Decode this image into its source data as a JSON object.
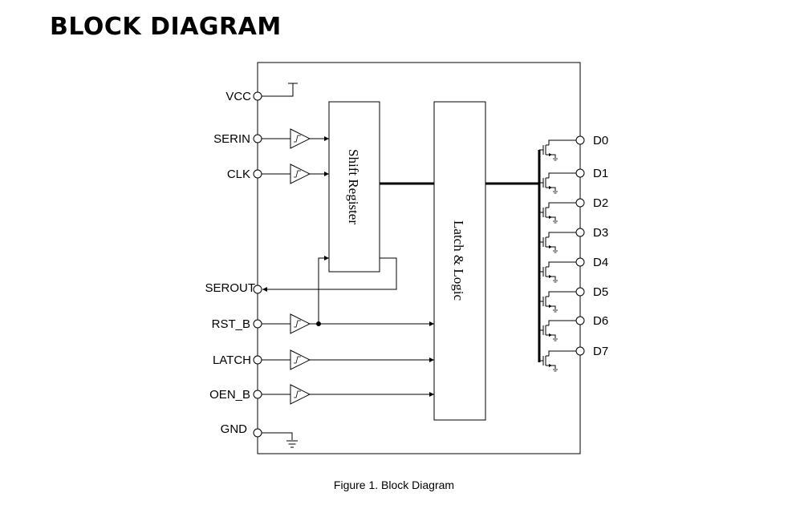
{
  "title": "BLOCK DIAGRAM",
  "caption": "Figure 1. Block Diagram",
  "blocks": {
    "shift_register": "Shift Register",
    "latch_logic": "Latch & Logic"
  },
  "input_pins": {
    "vcc": "VCC",
    "serin": "SERIN",
    "clk": "CLK",
    "serout": "SEROUT",
    "rst_b": "RST_B",
    "latch": "LATCH",
    "oen_b": "OEN_B",
    "gnd": "GND"
  },
  "output_pins": [
    "D0",
    "D1",
    "D2",
    "D3",
    "D4",
    "D5",
    "D6",
    "D7"
  ],
  "colors": {
    "line": "#000000",
    "background": "#ffffff"
  }
}
